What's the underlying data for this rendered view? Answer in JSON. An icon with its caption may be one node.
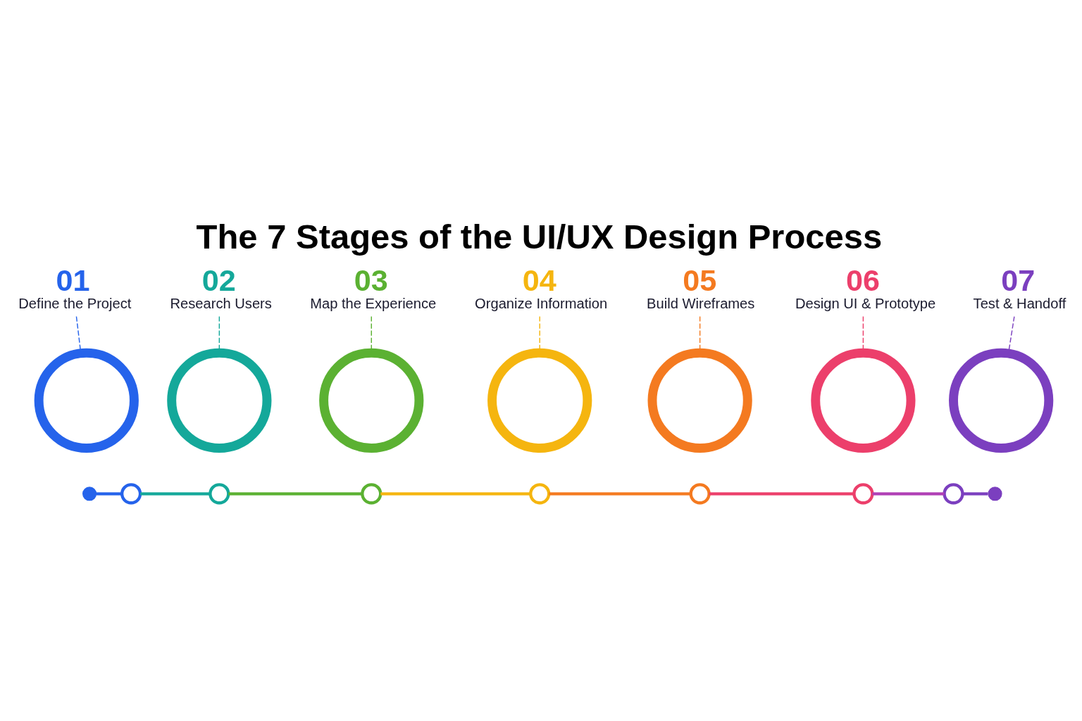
{
  "diagram": {
    "title": "The 7 Stages of the UI/UX Design Process",
    "nodes": [
      {
        "text": [
          "01",
          "Define the Project"
        ]
      },
      {
        "text": [
          "02",
          "Research Users"
        ]
      },
      {
        "text": [
          "03",
          "Map the Experience"
        ]
      },
      {
        "text": [
          "04",
          "Organize Information"
        ]
      },
      {
        "text": [
          "05",
          "Build Wireframes"
        ]
      },
      {
        "text": [
          "06",
          "Design UI & Prototype"
        ]
      },
      {
        "text": [
          "07",
          "Test & Handoff"
        ]
      },
      {
        "text": [],
        "shape": "circle"
      },
      {
        "text": [],
        "shape": "circle"
      },
      {
        "text": [],
        "shape": "circle"
      },
      {
        "text": [],
        "shape": "circle"
      },
      {
        "text": [],
        "shape": "circle"
      },
      {
        "text": [],
        "shape": "circle"
      },
      {
        "text": [],
        "shape": "circle"
      },
      {
        "text": [],
        "shape": "circle"
      },
      {
        "text": [],
        "shape": "circle"
      },
      {
        "text": [],
        "shape": "circle"
      },
      {
        "text": [],
        "shape": "circle"
      },
      {
        "text": [],
        "shape": "circle"
      },
      {
        "text": [],
        "shape": "circle"
      },
      {
        "text": [],
        "shape": "circle"
      },
      {
        "text": [],
        "shape": "circle"
      },
      {
        "text": [],
        "shape": "circle"
      }
    ],
    "edges": [
      {
        "from": 0,
        "to": 7,
        "arrow": "none",
        "style": "dashed",
        "color": "#2563eb"
      },
      {
        "from": 1,
        "to": 8,
        "arrow": "none",
        "style": "dashed",
        "color": "#14a89a"
      },
      {
        "from": 2,
        "to": 9,
        "arrow": "none",
        "style": "dashed",
        "color": "#5bb132"
      },
      {
        "from": 3,
        "to": 10,
        "arrow": "none",
        "style": "dashed",
        "color": "#f5b50f"
      },
      {
        "from": 4,
        "to": 11,
        "arrow": "none",
        "style": "dashed",
        "color": "#f47a20"
      },
      {
        "from": 5,
        "to": 12,
        "arrow": "none",
        "style": "dashed",
        "color": "#ec3f6b"
      },
      {
        "from": 6,
        "to": 13,
        "arrow": "none",
        "style": "dashed",
        "color": "#7b3fbf"
      },
      {
        "from": 14,
        "to": 15,
        "arrow": "none",
        "color": "#2563eb"
      },
      {
        "from": 15,
        "to": 16,
        "arrow": "none",
        "color": "#14a89a"
      },
      {
        "from": 16,
        "to": 17,
        "arrow": "none",
        "color": "#5bb132"
      },
      {
        "from": 17,
        "to": 18,
        "arrow": "none",
        "color": "#f5b50f"
      },
      {
        "from": 18,
        "to": 19,
        "arrow": "none",
        "color": "#f47a20"
      },
      {
        "from": 19,
        "to": 20,
        "arrow": "none",
        "color": "#ec3f6b"
      },
      {
        "from": 20,
        "to": 21,
        "arrow": "none",
        "color": "#b03fb5"
      },
      {
        "from": 21,
        "to": 22,
        "arrow": "none",
        "color": "#7b3fbf"
      }
    ]
  }
}
